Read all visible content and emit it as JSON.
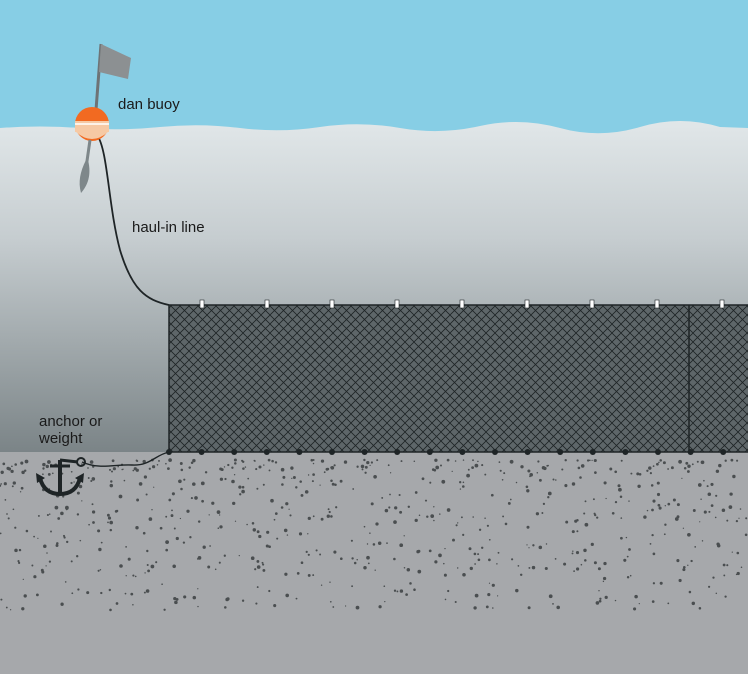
{
  "labels": {
    "dan_buoy": "dan buoy",
    "haul_in_line": "haul-in line",
    "anchor": "anchor or\nweight"
  },
  "colors": {
    "sky": "#87CEE5",
    "water_top": "#DCE3E5",
    "water_bottom": "#7E878A",
    "seabed": "#A6A8AB",
    "net_panel": "#5E6669",
    "net_mesh": "#1E2426",
    "buoy_orange": "#F26A21",
    "buoy_cream": "#F6C9A4",
    "flag": "#8C9092",
    "anchor": "#1E2426"
  },
  "icons": {
    "buoy": "dan-buoy-icon",
    "anchor": "anchor-icon"
  }
}
